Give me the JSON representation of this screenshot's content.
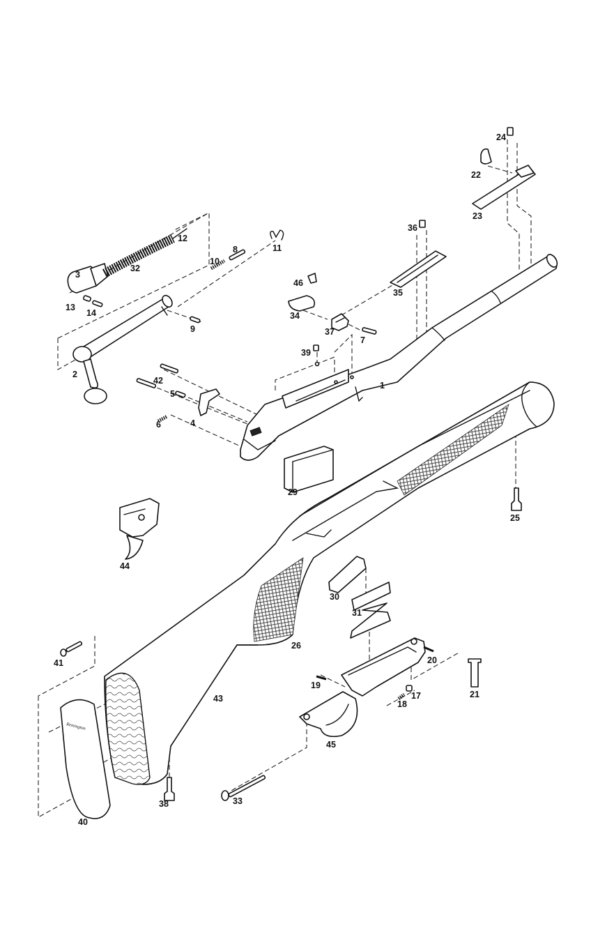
{
  "labels": {
    "p1": "1",
    "p2": "2",
    "p3": "3",
    "p4": "4",
    "p5": "5",
    "p6": "6",
    "p7": "7",
    "p8": "8",
    "p9": "9",
    "p10": "10",
    "p11": "11",
    "p12": "12",
    "p13": "13",
    "p14": "14",
    "p17": "17",
    "p18": "18",
    "p19": "19",
    "p20": "20",
    "p21": "21",
    "p22": "22",
    "p23": "23",
    "p24": "24",
    "p25": "25",
    "p26": "26",
    "p29": "29",
    "p30": "30",
    "p31": "31",
    "p32": "32",
    "p33": "33",
    "p34": "34",
    "p35": "35",
    "p36": "36",
    "p37": "37",
    "p38": "38",
    "p39": "39",
    "p40": "40",
    "p41": "41",
    "p42": "42",
    "p43": "43",
    "p44": "44",
    "p45": "45",
    "p46": "46"
  },
  "buttplate_brand": "Remington"
}
